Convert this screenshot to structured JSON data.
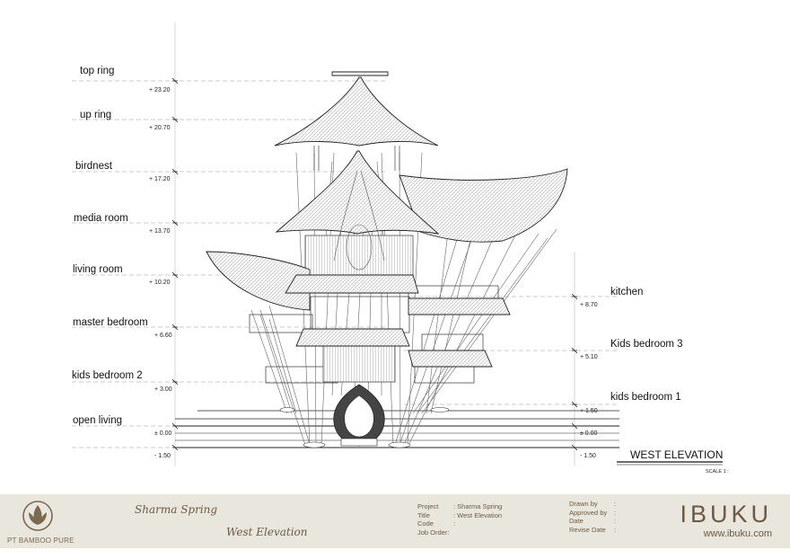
{
  "levels_left": [
    {
      "name": "top ring",
      "value": "+ 23.20"
    },
    {
      "name": "up ring",
      "value": "+ 20.70"
    },
    {
      "name": "birdnest",
      "value": "+ 17.20"
    },
    {
      "name": "media room",
      "value": "+ 13.70"
    },
    {
      "name": "living room",
      "value": "+ 10.20"
    },
    {
      "name": "master bedroom",
      "value": "+ 6.60"
    },
    {
      "name": "kids bedroom 2",
      "value": "+ 3.00"
    },
    {
      "name": "open living",
      "value": "± 0.00"
    },
    {
      "name": "",
      "value": "- 1.50"
    }
  ],
  "levels_right": [
    {
      "name": "kitchen",
      "value": "+ 8.70"
    },
    {
      "name": "Kids bedroom 3",
      "value": "+ 5.10"
    },
    {
      "name": "kids bedroom 1",
      "value": "+ 1.50"
    },
    {
      "name": "",
      "value": "± 0.00"
    },
    {
      "name": "",
      "value": "- 1.50"
    }
  ],
  "view_title": "WEST ELEVATION",
  "scale_label": "SCALE 1 :",
  "title_block": {
    "company": "PT BAMBOO PURE",
    "script_project": "Sharma Spring",
    "script_title": "West Elevation",
    "project_label": "Project",
    "project_value": ": Sharma Spring",
    "title_label": "Title",
    "title_value": ": West Elevation",
    "code_label": "Code",
    "code_value": ":",
    "job_label": "Job Order:",
    "drawn_by": "Drawn by",
    "approved_by": "Approved by",
    "date": "Date",
    "revise_date": "Revise Date",
    "colon": ":",
    "brand": "IBUKU",
    "url": "www.ibuku.com"
  },
  "colors": {
    "title_block_bg": "#e9e6de",
    "title_block_text": "#6b5a43",
    "line": "#222222"
  }
}
